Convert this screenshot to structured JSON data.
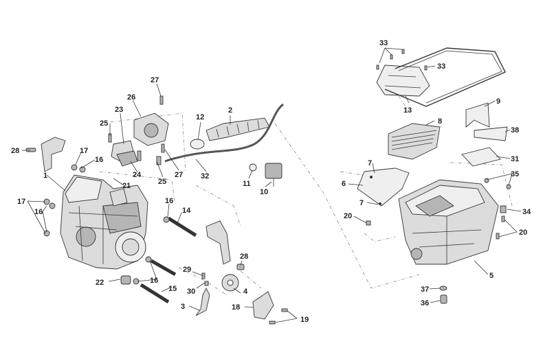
{
  "diagram": {
    "callouts": {
      "c1": "1",
      "c2": "2",
      "c3": "3",
      "c4": "4",
      "c5": "5",
      "c6": "6",
      "c7a": "7",
      "c7b": "7",
      "c9": "9",
      "c10": "10",
      "c11": "11",
      "c12": "12",
      "c13": "13",
      "c14": "14",
      "c15": "15",
      "c16a": "16",
      "c16b": "16",
      "c16c": "16",
      "c16d": "16",
      "c17a": "17",
      "c17b": "17",
      "c18": "18",
      "c19": "19",
      "c20a": "20",
      "c20b": "20",
      "c21": "21",
      "c22": "22",
      "c23": "23",
      "c24": "24",
      "c25a": "25",
      "c25b": "25",
      "c26": "26",
      "c27a": "27",
      "c27b": "27",
      "c28a": "28",
      "c28b": "28",
      "c29": "29",
      "c30": "30",
      "c31": "31",
      "c32": "32",
      "c33a": "33",
      "c33b": "33",
      "c34": "34",
      "c35": "35",
      "c36": "36",
      "c37": "37",
      "c38": "38",
      "c8": "8"
    }
  }
}
